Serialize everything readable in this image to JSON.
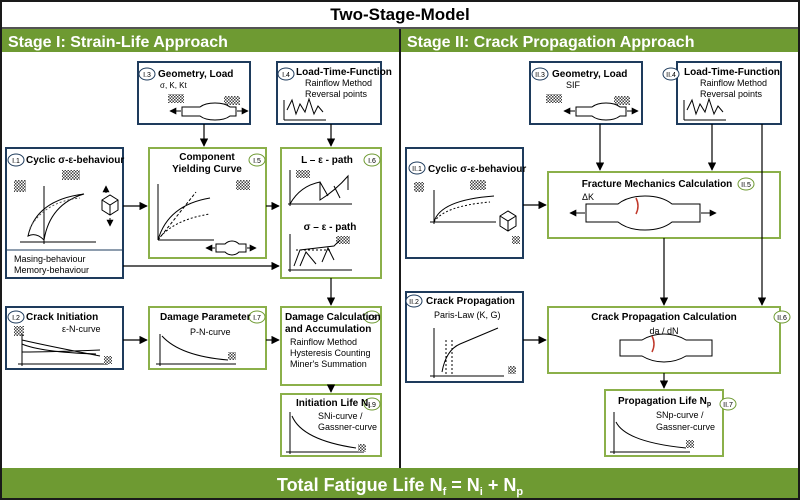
{
  "title": "Two-Stage-Model",
  "footer": {
    "text": "Total Fatigue Life N",
    "sub1": "f",
    "mid1": " = N",
    "sub2": "i",
    "mid2": " + N",
    "sub3": "p"
  },
  "colors": {
    "green": "#6e9a32",
    "navy": "#1e3b5c",
    "border": "#1a1a1a"
  },
  "stage1": {
    "heading": "Stage I: Strain-Life Approach",
    "geometry": {
      "tag": "I.3",
      "title": "Geometry, Load",
      "sub": "σ, K, Kt"
    },
    "ltf": {
      "tag": "I.4",
      "title": "Load-Time-Function",
      "lines": [
        "Rainflow Method",
        "Reversal points"
      ]
    },
    "cyclic": {
      "tag": "I.1",
      "title": "Cyclic σ-ε-behaviour",
      "lines": [
        "Masing-behaviour",
        "Memory-behaviour"
      ]
    },
    "yielding": {
      "tag": "I.5",
      "title": "Component",
      "title2": "Yielding Curve"
    },
    "path": {
      "tag": "I.6",
      "title": "L – ε - path",
      "title2": "σ – ε - path"
    },
    "crack": {
      "tag": "I.2",
      "title": "Crack Initiation",
      "sub": "ε-N-curve"
    },
    "damage_param": {
      "tag": "I.7",
      "title": "Damage Parameter",
      "sub": "P-N-curve"
    },
    "damage_calc": {
      "tag": "I.8",
      "title": "Damage Calculation",
      "title2": "and Accumulation",
      "lines": [
        "Rainflow Method",
        "Hysteresis Counting",
        "Miner's Summation"
      ]
    },
    "init_life": {
      "tag": "I.9",
      "title": "Initiation Life N",
      "title_sub": "i",
      "lines": [
        "SNi-curve /",
        "Gassner-curve"
      ]
    }
  },
  "stage2": {
    "heading": "Stage II: Crack Propagation Approach",
    "geometry": {
      "tag": "II.3",
      "title": "Geometry, Load",
      "sub": "SIF"
    },
    "ltf": {
      "tag": "II.4",
      "title": "Load-Time-Function",
      "lines": [
        "Rainflow Method",
        "Reversal points"
      ]
    },
    "cyclic": {
      "tag": "II.1",
      "title": "Cyclic σ-ε-behaviour"
    },
    "fracture": {
      "tag": "II.5",
      "title": "Fracture Mechanics Calculation",
      "sub": "ΔK"
    },
    "crack_prop": {
      "tag": "II.2",
      "title": "Crack Propagation",
      "sub": "Paris-Law (K, G)"
    },
    "crack_calc": {
      "tag": "II.6",
      "title": "Crack Propagation Calculation",
      "sub": "da / dN"
    },
    "prop_life": {
      "tag": "II.7",
      "title": "Propagation Life N",
      "title_sub": "p",
      "lines": [
        "SNp-curve /",
        "Gassner-curve"
      ]
    }
  }
}
